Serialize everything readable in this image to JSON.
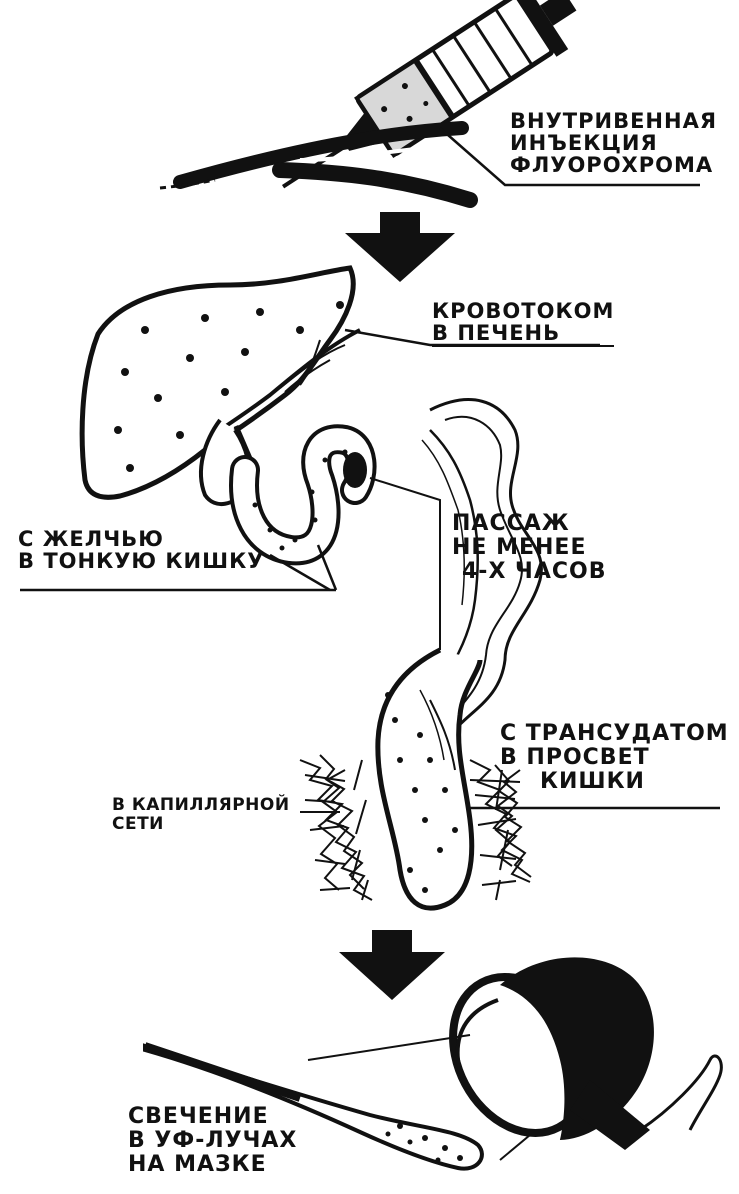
{
  "labels": {
    "injection": [
      "ВНУТРИВЕННАЯ",
      "ИНЪЕКЦИЯ",
      "ФЛУОРОХРОМА"
    ],
    "bloodstream": [
      "КРОВОТОКОМ",
      "В ПЕЧЕНЬ"
    ],
    "bile": [
      "С ЖЕЛЧЬЮ",
      "В ТОНКУЮ КИШКУ"
    ],
    "passage": [
      "ПАССАЖ",
      "НЕ МЕНЕЕ",
      "4-х ЧАСОВ"
    ],
    "transudate": [
      "С ТРАНСУДАТОМ",
      "В ПРОСВЕТ",
      "КИШКИ"
    ],
    "capillary": [
      "В КАПИЛЛЯРНОЙ",
      "СЕТИ"
    ],
    "glow": [
      "СВЕЧЕНИЕ",
      "В УФ-ЛУЧАХ",
      "НА МАЗКЕ"
    ]
  },
  "colors": {
    "ink": "#111111",
    "background": "#ffffff"
  },
  "icons": [
    "syringe-icon",
    "arrow-down-icon",
    "liver-icon",
    "small-intestine-icon",
    "large-intestine-icon",
    "capillary-network-icon",
    "uv-lamp-icon",
    "swab-icon"
  ]
}
